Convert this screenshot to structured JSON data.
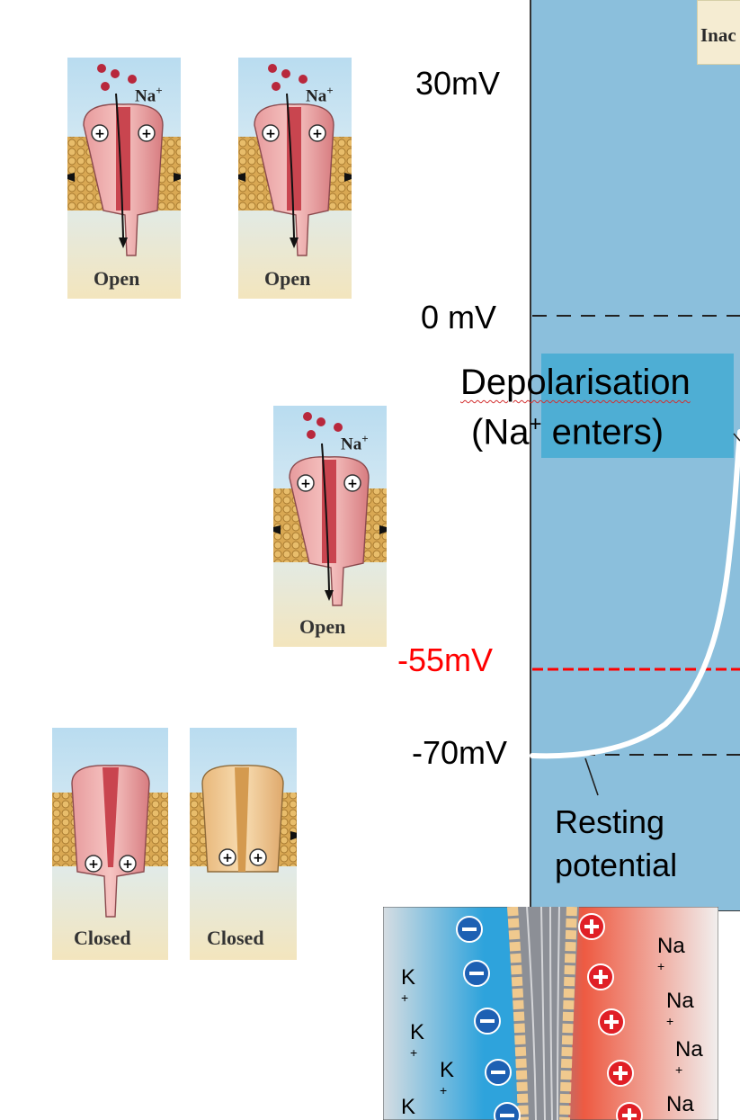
{
  "axis_labels": {
    "v30": "30mV",
    "v0": "0 mV",
    "v55": "-55mV",
    "v70": "-70mV"
  },
  "depolarisation": {
    "line1": "Depolarisation",
    "line2_prefix": "(Na",
    "line2_sup": "+",
    "line2_suffix": " enters)"
  },
  "resting": {
    "line1": "Resting",
    "line2": "potential"
  },
  "inactivated_fragment": "Inac",
  "channels": {
    "open_label": "Open",
    "closed_label": "Closed",
    "na_label": "Na",
    "na_sup": "+"
  },
  "membrane": {
    "left_ion": "K",
    "right_ion": "Na",
    "ion_charge": "+"
  },
  "colors": {
    "graph_bg": "#8bbfdc",
    "highlight": "#4eaed4",
    "threshold": "#ff0000",
    "membrane_left": "#2c9fd8",
    "membrane_right": "#e86a55"
  }
}
